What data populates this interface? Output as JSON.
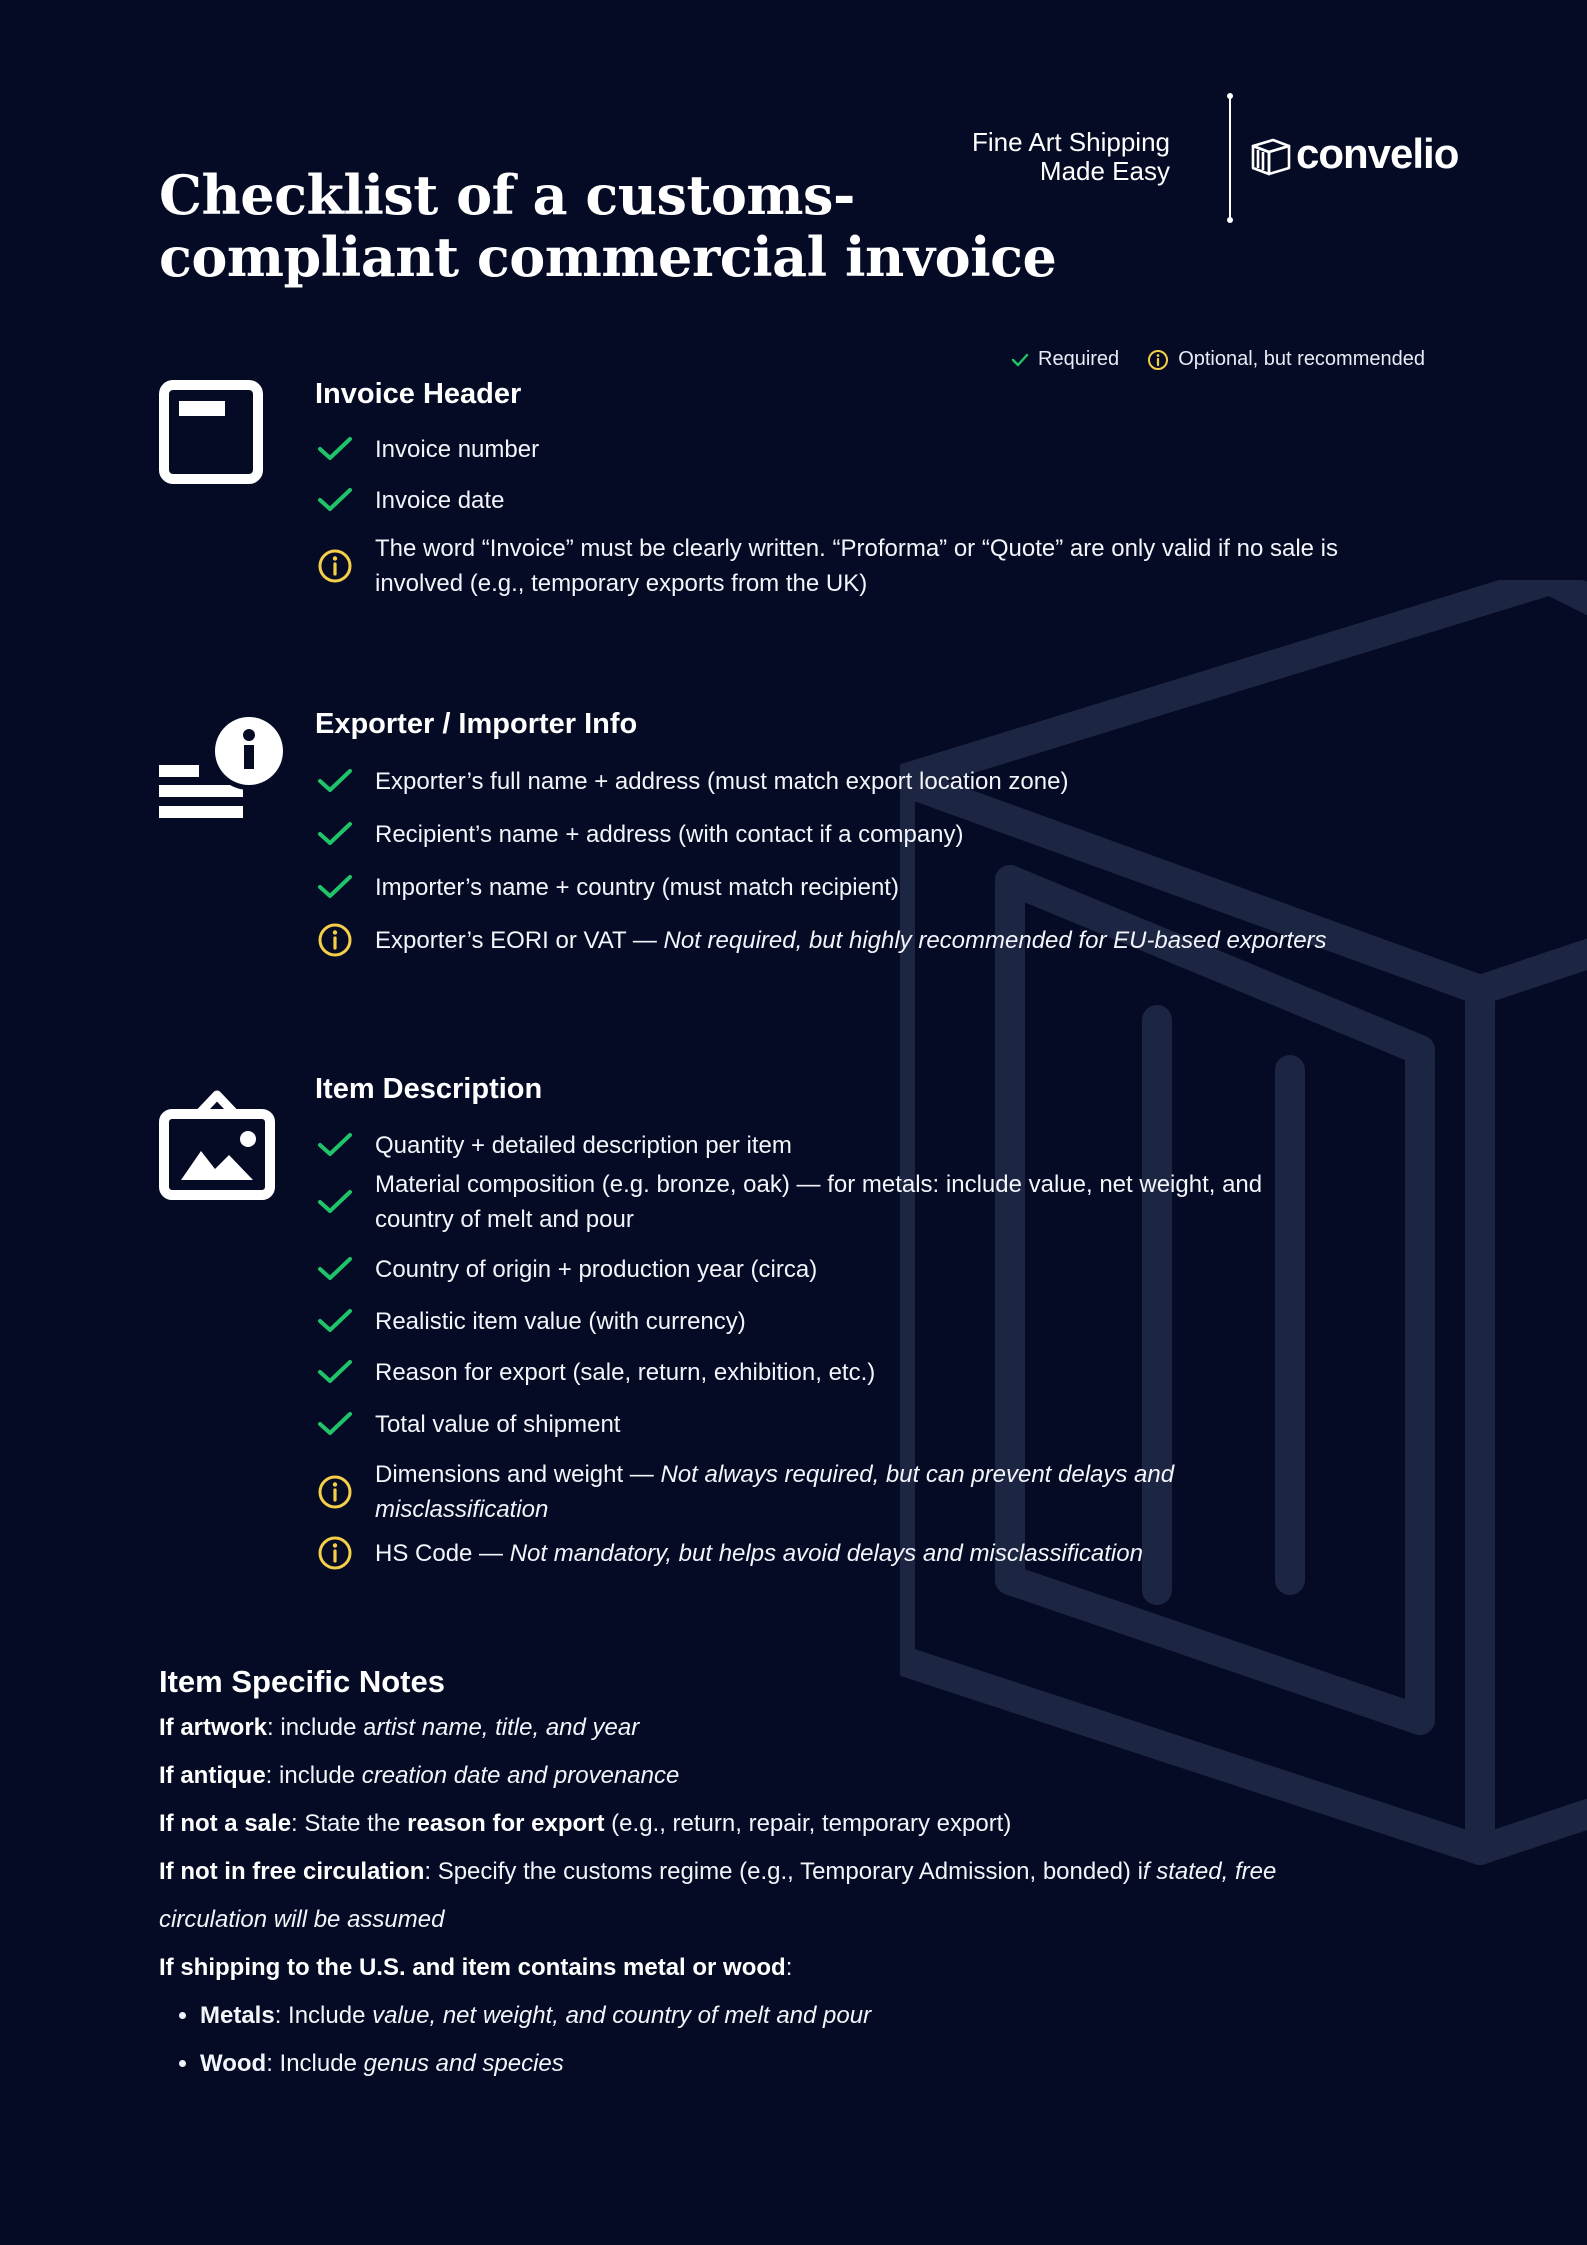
{
  "title": {
    "line1": "Checklist of a customs-",
    "line2": "compliant commercial invoice"
  },
  "brand": {
    "tagline_line1": "Fine Art Shipping",
    "tagline_line2": "Made Easy",
    "logo_text": "convelio"
  },
  "legend": {
    "required": "Required",
    "optional": "Optional, but recommended"
  },
  "colors": {
    "background": "#050b24",
    "required_green": "#1fc46a",
    "optional_yellow": "#f5cf4a",
    "watermark": "#1c2541"
  },
  "icons": {
    "required": "check-icon",
    "optional": "info-circle-icon",
    "invoice_header": "window-icon",
    "exporter_importer": "info-document-icon",
    "item_description": "framed-picture-icon",
    "brand": "crate-icon",
    "watermark": "crate-outline-icon"
  },
  "sections": [
    {
      "heading": "Invoice Header",
      "items": [
        {
          "status": "required",
          "text": "Invoice number"
        },
        {
          "status": "required",
          "text": "Invoice date"
        },
        {
          "status": "optional",
          "text": "The word “Invoice” must be clearly written. “Proforma” or “Quote” are only valid if no sale is",
          "text2": "involved (e.g., temporary exports from the UK)"
        }
      ]
    },
    {
      "heading": "Exporter / Importer Info",
      "items": [
        {
          "status": "required",
          "text": "Exporter’s full name + address (must match export location zone)"
        },
        {
          "status": "required",
          "text": "Recipient’s name + address (with contact if a company)"
        },
        {
          "status": "required",
          "text": "Importer’s name + country (must match recipient)"
        },
        {
          "status": "optional",
          "text": "Exporter’s EORI or VAT — ",
          "em": "Not required, but highly recommended for EU-based exporters"
        }
      ]
    },
    {
      "heading": "Item Description",
      "items": [
        {
          "status": "required",
          "text": "Quantity + detailed description per item"
        },
        {
          "status": "required",
          "text": "Material composition (e.g. bronze, oak) — for metals: include value, net weight, and",
          "text2": "country of melt and pour"
        },
        {
          "status": "required",
          "text": "Country of origin + production year (circa)"
        },
        {
          "status": "required",
          "text": "Realistic item value (with currency)"
        },
        {
          "status": "required",
          "text": "Reason for export (sale, return, exhibition, etc.)"
        },
        {
          "status": "required",
          "text": "Total value of shipment"
        },
        {
          "status": "optional",
          "text": "Dimensions and weight — ",
          "em": "Not always required, but can prevent delays and",
          "em2": "misclassification"
        },
        {
          "status": "optional",
          "text": "HS Code — ",
          "em": "Not mandatory, but helps avoid delays and misclassification"
        }
      ]
    }
  ],
  "notes": {
    "title": "Item Specific Notes",
    "artwork": {
      "label": "If artwork",
      "text1": ": include a",
      "italic": "rtist name, title, and year"
    },
    "antique": {
      "label": "If antique",
      "text1": ": include ",
      "italic": "creation date and provenance"
    },
    "not_sale": {
      "label": "If not a sale",
      "text1": ": State the ",
      "bold": "reason for export",
      "text2": " (e.g., return, repair, temporary export)"
    },
    "not_free": {
      "label": "If not in free circulation",
      "text1": ": Specify the customs regime (e.g., Temporary Admission, bonded) i",
      "italic": "f stated, free",
      "italic2": "circulation will be assumed"
    },
    "us": {
      "label": "If shipping to the U.S. and item contains metal or wood",
      "text1": ":"
    },
    "bullets": [
      {
        "label": "Metals",
        "text1": ": Include ",
        "italic": "value, net weight, and country of melt and pour"
      },
      {
        "label": "Wood",
        "text1": ": Include ",
        "italic": "genus and species"
      }
    ]
  }
}
